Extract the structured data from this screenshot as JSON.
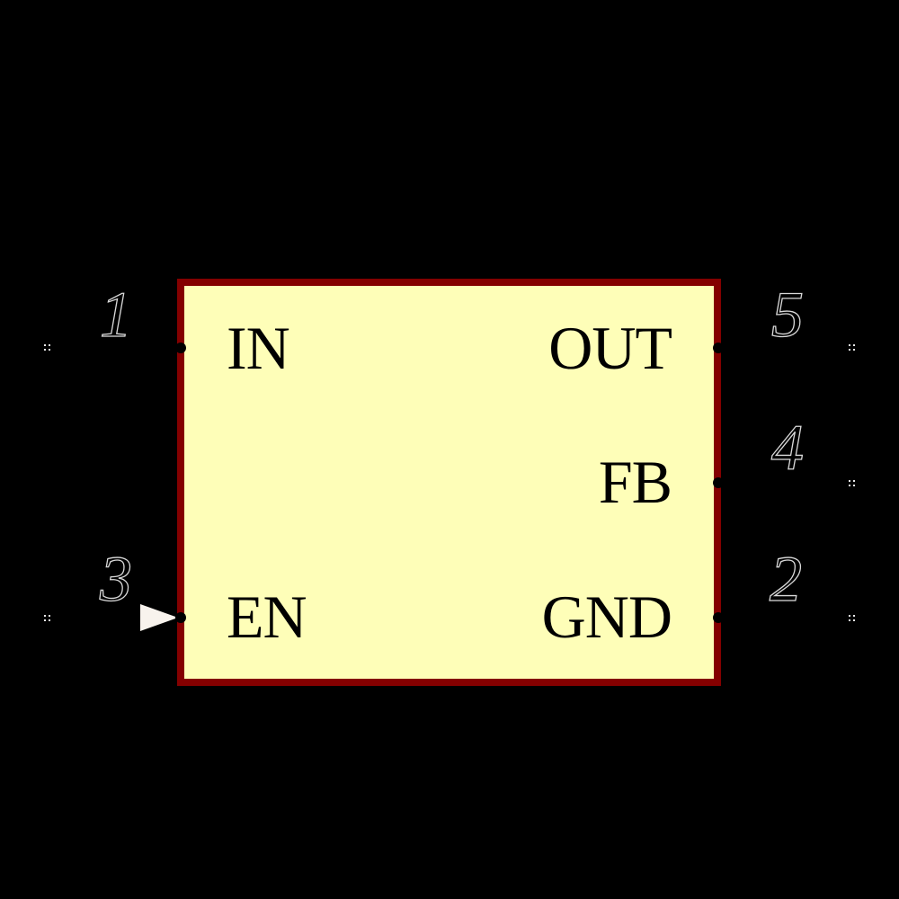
{
  "canvas": {
    "background_color": "#000000"
  },
  "symbol": {
    "body_fill_color": "#FEFEB8",
    "body_outline_color": "#840000",
    "pin_name_color": "#000000",
    "pin_number_outline_color": "#D9D9D9",
    "pin_endpoint_marker_color": "#E8E8E8",
    "input_arrow_color": "#F8F3ED",
    "pins": [
      {
        "number": "1",
        "name": "IN",
        "side": "left",
        "row": "top",
        "shape": "line"
      },
      {
        "number": "5",
        "name": "OUT",
        "side": "right",
        "row": "top",
        "shape": "line"
      },
      {
        "number": "4",
        "name": "FB",
        "side": "right",
        "row": "middle",
        "shape": "line"
      },
      {
        "number": "3",
        "name": "EN",
        "side": "left",
        "row": "bottom",
        "shape": "input-arrow"
      },
      {
        "number": "2",
        "name": "GND",
        "side": "right",
        "row": "bottom",
        "shape": "line"
      }
    ]
  }
}
